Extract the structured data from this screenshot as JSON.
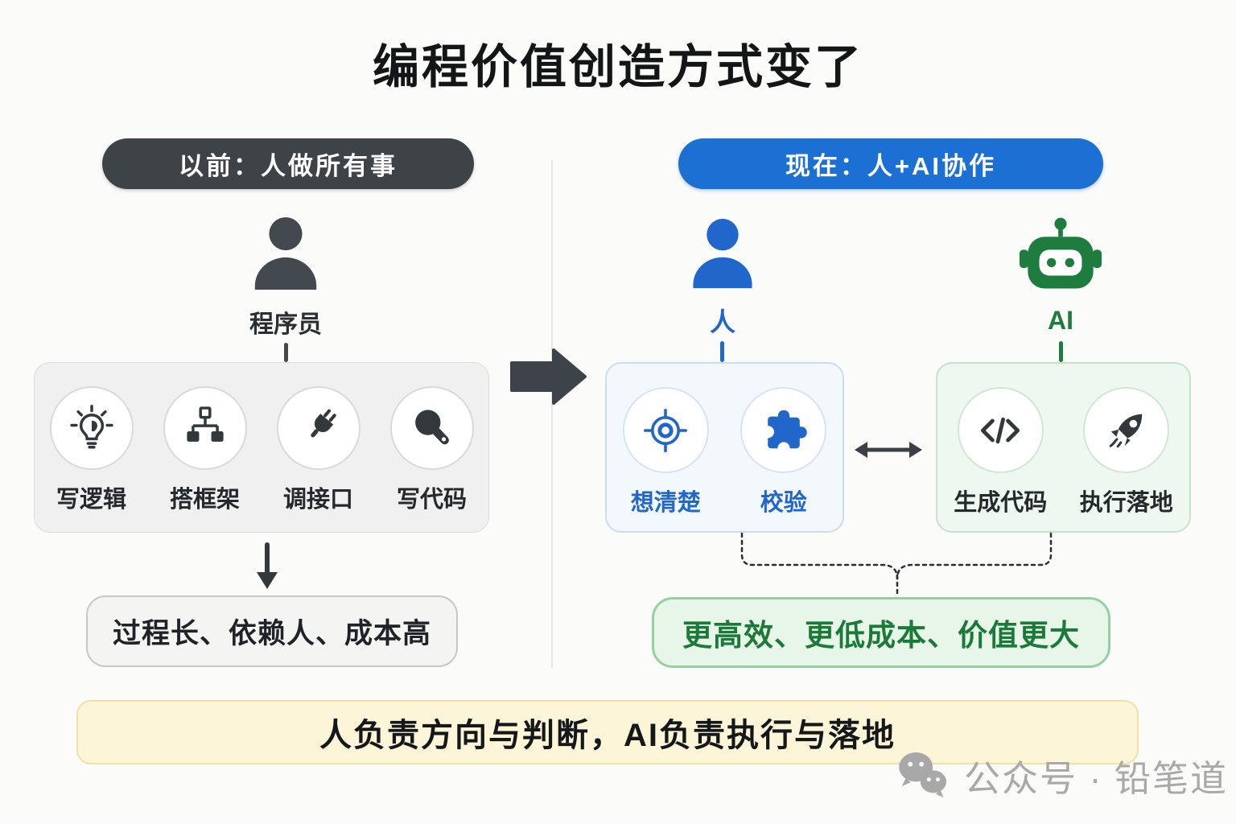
{
  "title": "编程价值创造方式变了",
  "before": {
    "header": "以前：人做所有事",
    "actor": {
      "label": "程序员",
      "icon": "person-icon"
    },
    "tasks": [
      {
        "label": "写逻辑",
        "icon": "lightbulb-icon"
      },
      {
        "label": "搭框架",
        "icon": "sitemap-icon"
      },
      {
        "label": "调接口",
        "icon": "plug-icon"
      },
      {
        "label": "写代码",
        "icon": "magnifier-icon"
      }
    ],
    "outcome": "过程长、依赖人、成本高"
  },
  "after": {
    "header": "现在：人+AI协作",
    "human": {
      "label": "人",
      "icon": "person-icon",
      "tasks": [
        {
          "label": "想清楚",
          "icon": "target-icon"
        },
        {
          "label": "校验",
          "icon": "puzzle-icon"
        }
      ]
    },
    "ai": {
      "label": "AI",
      "icon": "robot-icon",
      "tasks": [
        {
          "label": "生成代码",
          "icon": "code-icon"
        },
        {
          "label": "执行落地",
          "icon": "rocket-icon"
        }
      ]
    },
    "outcome": "更高效、更低成本、价值更大"
  },
  "banner": {
    "text": "人负责方向与判断，AI负责执行与落地"
  },
  "watermark": {
    "icon": "wechat-icon",
    "label": "公众号 · 铅笔道"
  },
  "colors": {
    "dark": "#3d4347",
    "blue_pill": "#1c6fd3",
    "blue_accent": "#2166c9",
    "green_accent": "#1e7c3f",
    "green_pill_bg": "#e8f6ea",
    "green_pill_border": "#94d1a0",
    "yellow_banner_bg": "#fcf5d8",
    "yellow_banner_border": "#f0e0a4",
    "watermark_gray": "#a9a9a9"
  }
}
